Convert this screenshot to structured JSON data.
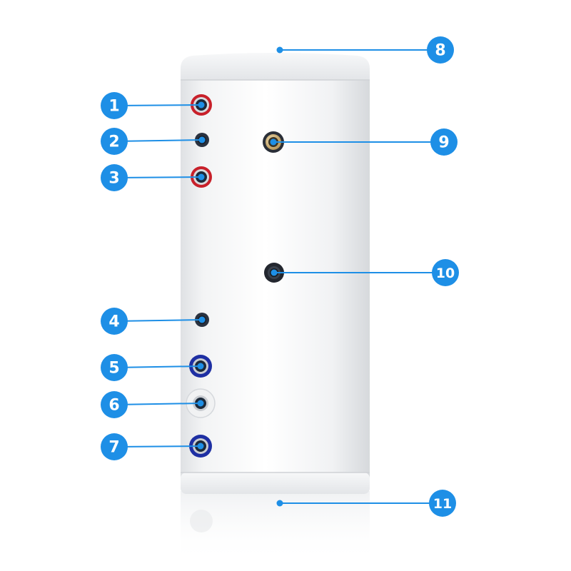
{
  "accent_color": "#1e8fe6",
  "tank": {
    "body_color": "#f4f5f6",
    "cap_color": "#eceef0"
  },
  "callouts": [
    {
      "number": "1",
      "port": "red-ring-port"
    },
    {
      "number": "2",
      "port": "small-dark-port"
    },
    {
      "number": "3",
      "port": "red-ring-port"
    },
    {
      "number": "4",
      "port": "small-dark-port"
    },
    {
      "number": "5",
      "port": "blue-ring-port"
    },
    {
      "number": "6",
      "port": "white-ring-port"
    },
    {
      "number": "7",
      "port": "blue-ring-port"
    },
    {
      "number": "8",
      "port": "top-cap"
    },
    {
      "number": "9",
      "port": "brass-ring-port"
    },
    {
      "number": "10",
      "port": "dark-port"
    },
    {
      "number": "11",
      "port": "bottom-base"
    }
  ]
}
